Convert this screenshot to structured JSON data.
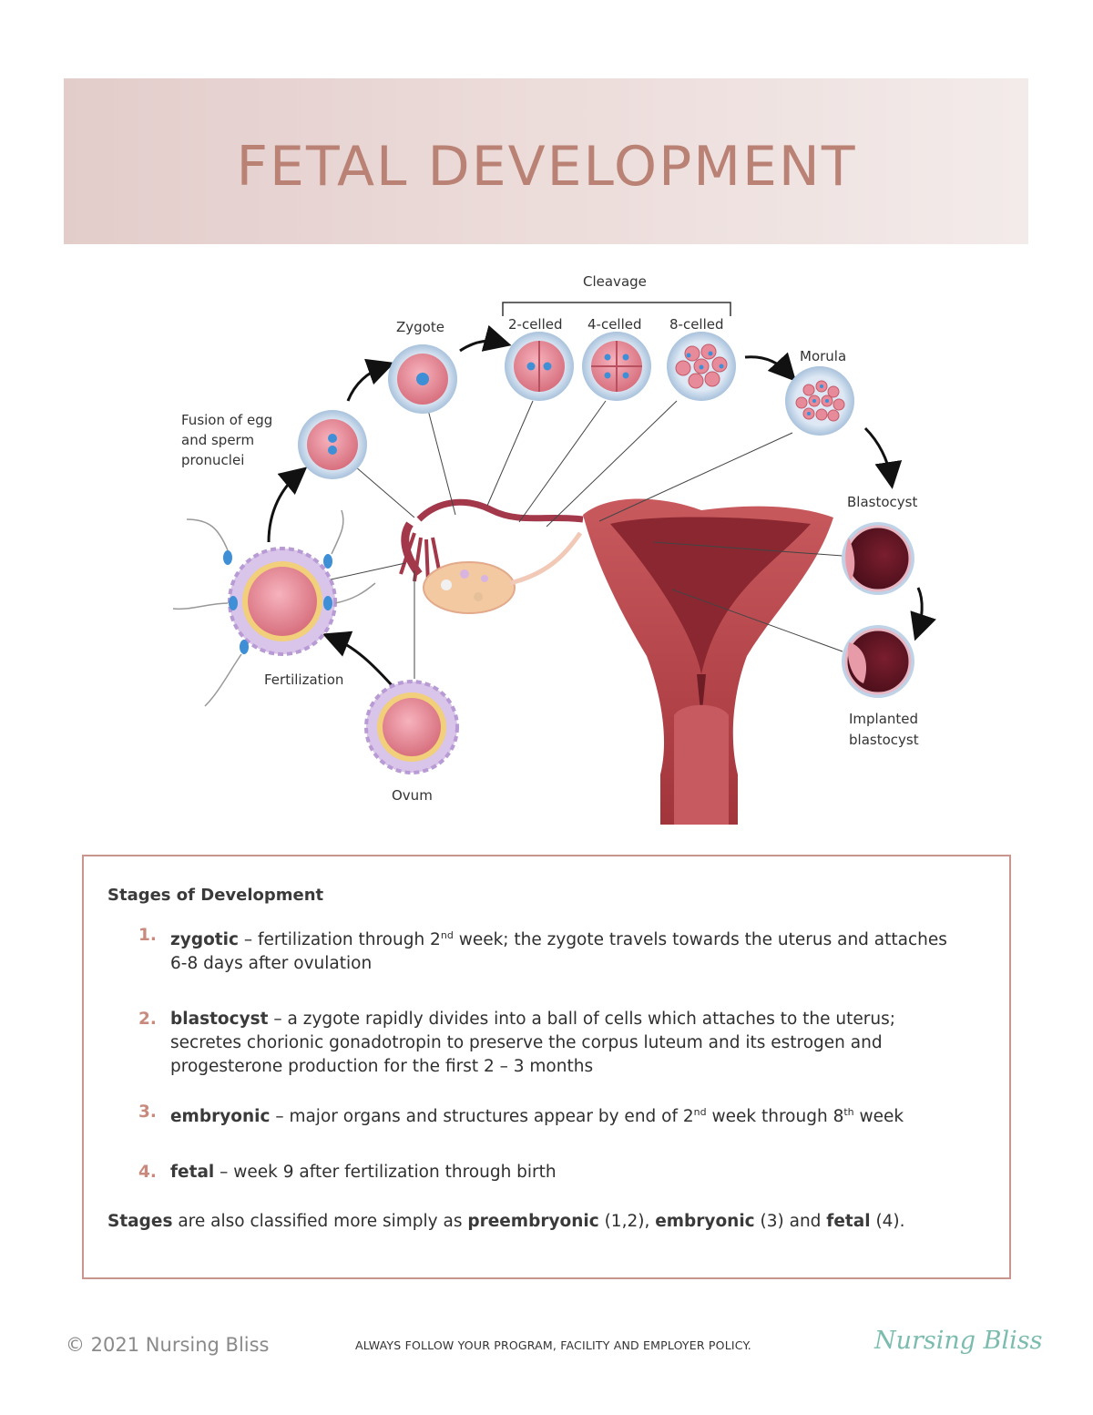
{
  "header": {
    "title": "FETAL DEVELOPMENT"
  },
  "diagram": {
    "labels": {
      "cleavage": "Cleavage",
      "zygote": "Zygote",
      "two_celled": "2-celled",
      "four_celled": "4-celled",
      "eight_celled": "8-celled",
      "morula": "Morula",
      "fusion_line1": "Fusion of egg",
      "fusion_line2": "and sperm",
      "fusion_line3": "pronuclei",
      "blastocyst": "Blastocyst",
      "fertilization": "Fertilization",
      "implanted_line1": "Implanted",
      "implanted_line2": "blastocyst",
      "ovum": "Ovum"
    }
  },
  "stages": {
    "heading": "Stages of Development",
    "items": [
      {
        "num": "1.",
        "term": "zygotic",
        "text_a": " – fertilization through 2",
        "sup": "nd",
        "text_b": " week; the zygote travels towards the uterus and attaches 6-8 days after ovulation"
      },
      {
        "num": "2.",
        "term": "blastocyst",
        "text_a": " – a zygote rapidly divides into a ball of cells which attaches to the uterus; secretes chorionic gonadotropin to preserve the corpus luteum and its estrogen and progesterone production for the first 2 – 3 months"
      },
      {
        "num": "3.",
        "term": "embryonic",
        "text_a": " – major organs and structures appear by end of 2",
        "sup": "nd",
        "text_b": " week through 8",
        "sup2": "th",
        "text_c": " week"
      },
      {
        "num": "4.",
        "term": "fetal",
        "text_a": " – week 9 after fertilization through birth"
      }
    ],
    "summary": {
      "w1": "Stages",
      "t1": " are also classified more simply as ",
      "w2": "preembryonic",
      "t2": " (1,2), ",
      "w3": "embryonic",
      "t3": " (3) and ",
      "w4": "fetal",
      "t4": " (4)."
    }
  },
  "footer": {
    "copyright": "© 2021 Nursing Bliss",
    "policy": "ALWAYS FOLLOW YOUR PROGRAM, FACILITY AND EMPLOYER POLICY.",
    "logo": "Nursing Bliss"
  },
  "colors": {
    "title": "#b98275",
    "banner": "#e7d5d3",
    "accent": "#c98a7d",
    "box_border": "#c9958c",
    "uterus": "#b5444a",
    "cell": "#e78a99",
    "nucleus": "#3f8fd6",
    "logo": "#7bbcae"
  }
}
